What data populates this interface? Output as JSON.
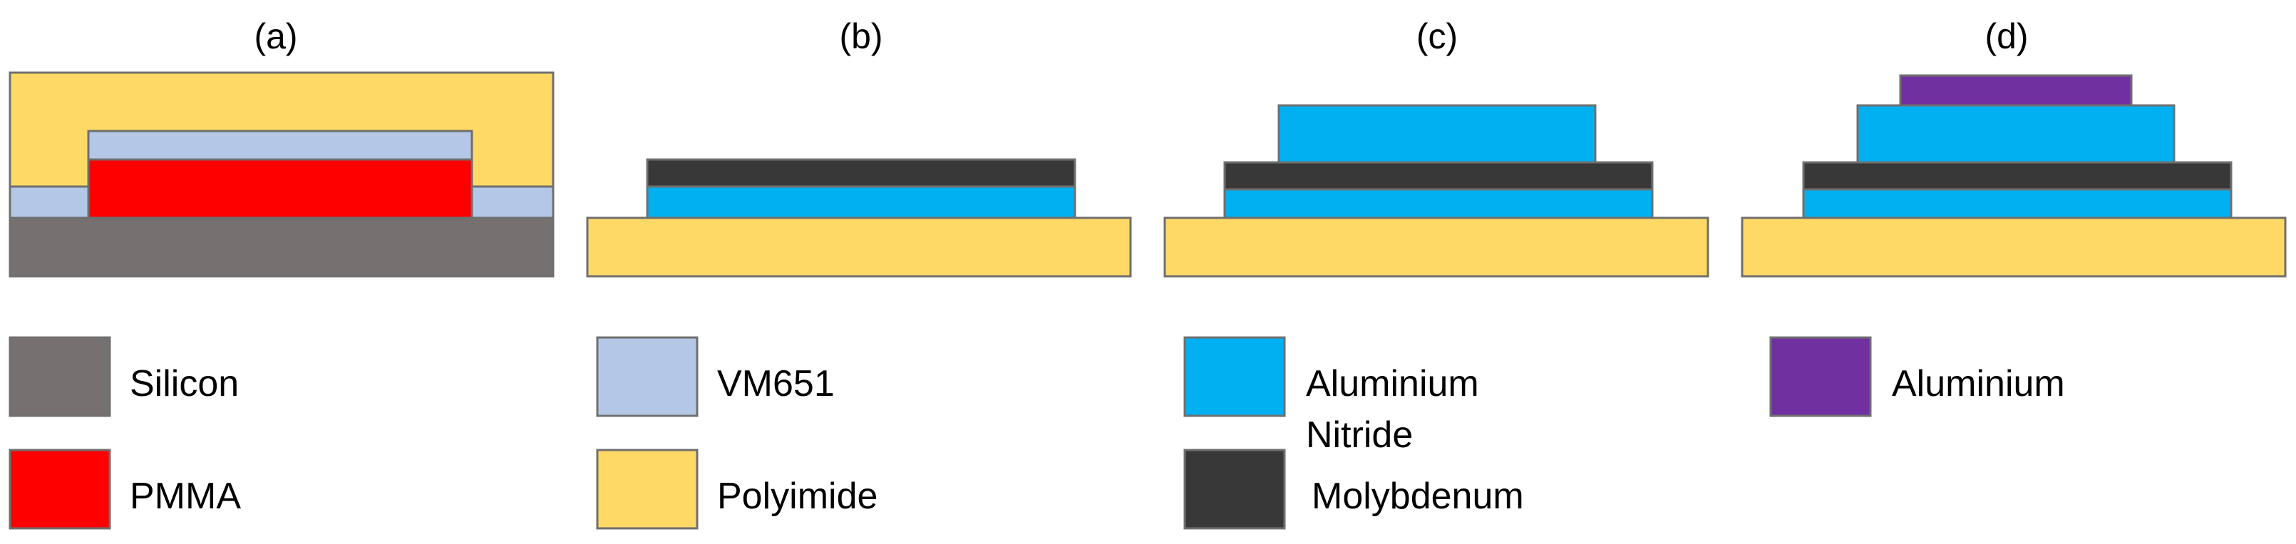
{
  "colors": {
    "silicon": "#767070",
    "pmma": "#ff0000",
    "vm651": "#b4c7e7",
    "polyimide": "#ffd966",
    "aluminium_nitride": "#00b0f0",
    "molybdenum": "#383838",
    "aluminium": "#7030a0",
    "outline": "#6f6f6f"
  },
  "panels": [
    {
      "label": "(a)"
    },
    {
      "label": "(b)"
    },
    {
      "label": "(c)"
    },
    {
      "label": "(d)"
    }
  ],
  "legend": [
    {
      "label": "Silicon",
      "color_key": "silicon"
    },
    {
      "label": "PMMA",
      "color_key": "pmma"
    },
    {
      "label": "VM651",
      "color_key": "vm651"
    },
    {
      "label": "Polyimide",
      "color_key": "polyimide"
    },
    {
      "label": "Aluminium",
      "label_line2": "Nitride",
      "color_key": "aluminium_nitride"
    },
    {
      "label": "Molybdenum",
      "color_key": "molybdenum"
    },
    {
      "label": "Aluminium",
      "color_key": "aluminium"
    }
  ]
}
